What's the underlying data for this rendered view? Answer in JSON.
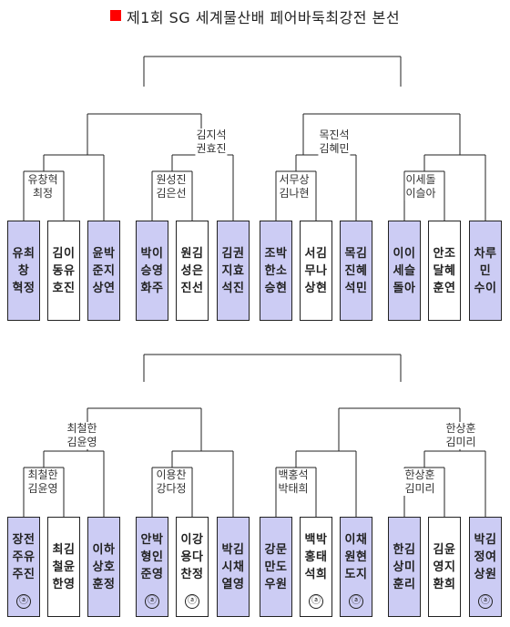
{
  "title": "제1회 SG 세계물산배 페어바둑최강전 본선",
  "colors": {
    "title_square": "#ff0000",
    "highlight": "#ccccf4",
    "plain": "#ffffff"
  },
  "mark_symbol": "ⓐ",
  "top": {
    "labels": [
      "김지석 권효진",
      "목진석 김혜민",
      "유창혁 최정",
      "원성진 김은선",
      "서무상 김나현",
      "이세돌 이슬아"
    ],
    "boxes": [
      {
        "name": "유최 창 혁정",
        "highlight": true
      },
      {
        "name": "김이 동유 호진",
        "highlight": false
      },
      {
        "name": "윤박 준지 상연",
        "highlight": true
      },
      {
        "name": "박이 승영 화주",
        "highlight": true
      },
      {
        "name": "원김 성은 진선",
        "highlight": false
      },
      {
        "name": "김권 지효 석진",
        "highlight": true
      },
      {
        "name": "조박 한소 승현",
        "highlight": true
      },
      {
        "name": "서김 무나 상현",
        "highlight": false
      },
      {
        "name": "목김 진혜 석민",
        "highlight": true
      },
      {
        "name": "이이 세슬 돌아",
        "highlight": true
      },
      {
        "name": "안조 달혜 훈연",
        "highlight": false
      },
      {
        "name": "차루 민 수이",
        "highlight": true
      }
    ]
  },
  "bottom": {
    "labels": [
      "최철한 김윤영",
      "한상훈 김미리",
      "최철한 김윤영",
      "이용찬 강다정",
      "백홍석 박태희",
      "한상훈 김미리"
    ],
    "boxes": [
      {
        "name": "장전 주유 주진",
        "highlight": true,
        "mark": true
      },
      {
        "name": "최김 철윤 한영",
        "highlight": false,
        "mark": false
      },
      {
        "name": "이하 상호 훈정",
        "highlight": true,
        "mark": false
      },
      {
        "name": "안박 형인 준영",
        "highlight": true,
        "mark": true
      },
      {
        "name": "이강 용다 찬정",
        "highlight": false,
        "mark": true
      },
      {
        "name": "박김 시채 열영",
        "highlight": true,
        "mark": false
      },
      {
        "name": "강문 만도 우원",
        "highlight": true,
        "mark": false
      },
      {
        "name": "백박 홍태 석희",
        "highlight": false,
        "mark": true
      },
      {
        "name": "이채 원현 도지",
        "highlight": true,
        "mark": true
      },
      {
        "name": "한김 상미 훈리",
        "highlight": true,
        "mark": false
      },
      {
        "name": "김윤 영지 환희",
        "highlight": false,
        "mark": false
      },
      {
        "name": "박김 정여 상원",
        "highlight": true,
        "mark": true
      }
    ]
  }
}
